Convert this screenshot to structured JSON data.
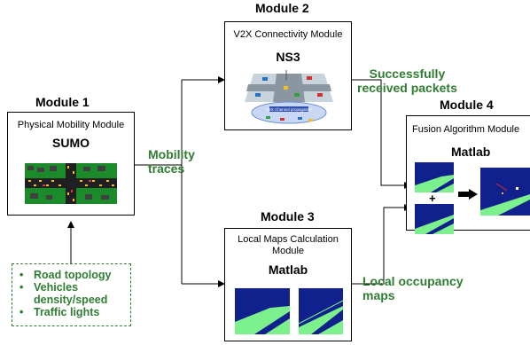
{
  "module1": {
    "title": "Module 1",
    "subtitle": "Physical Mobility Module",
    "tool": "SUMO"
  },
  "module2": {
    "title": "Module 2",
    "subtitle": "V2X Connectivity Module",
    "tool": "NS3",
    "image_caption": "V2X Channel propagation"
  },
  "module3": {
    "title": "Module 3",
    "subtitle_line1": "Local Maps Calculation",
    "subtitle_line2": "Module",
    "tool": "Matlab"
  },
  "module4": {
    "title": "Module 4",
    "subtitle": "Fusion Algorithm Module",
    "tool": "Matlab",
    "plus": "+"
  },
  "labels": {
    "mobility_line1": "Mobility",
    "mobility_line2": "traces",
    "packets_line1": "Successfully",
    "packets_line2": "received packets",
    "maps_line1": "Local occupancy",
    "maps_line2": "maps"
  },
  "inputs": {
    "items": [
      {
        "bullet": "•",
        "line1": "Road topology",
        "line2": ""
      },
      {
        "bullet": "•",
        "line1": "Vehicles",
        "line2": "density/speed"
      },
      {
        "bullet": "•",
        "line1": "Traffic lights",
        "line2": ""
      }
    ]
  },
  "colors": {
    "accent_green": "#2e7d32",
    "map_blue": "#10208c",
    "map_green": "#7cf08c",
    "grass": "#1a8a2a"
  }
}
